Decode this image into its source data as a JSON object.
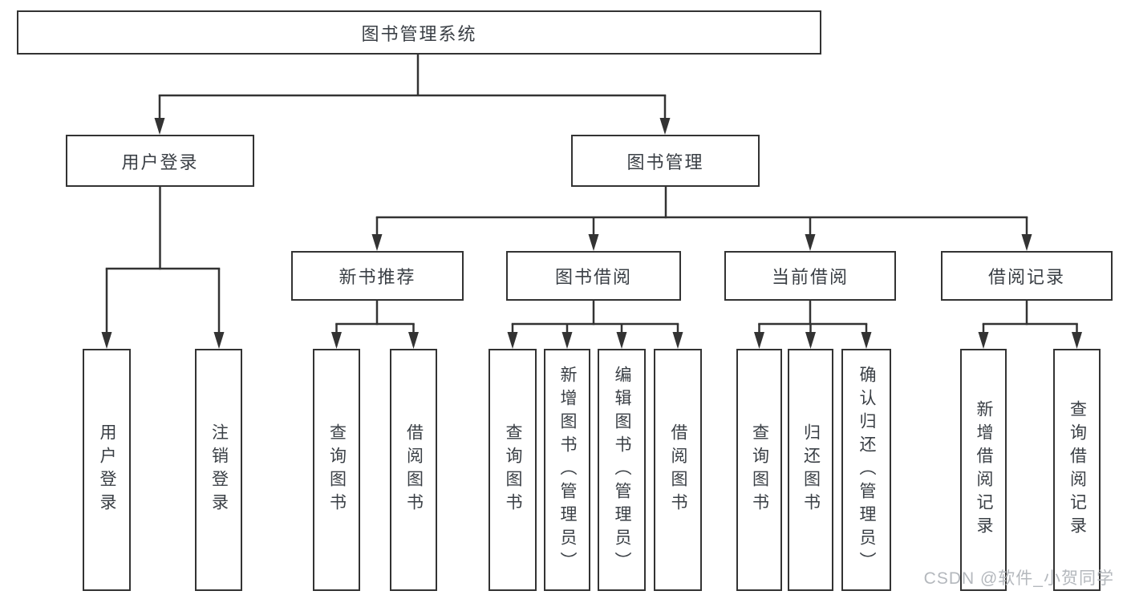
{
  "diagram": {
    "root": {
      "label": "图书管理系统"
    },
    "level2": [
      {
        "label": "用户登录"
      },
      {
        "label": "图书管理"
      }
    ],
    "level3": [
      {
        "label": "新书推荐"
      },
      {
        "label": "图书借阅"
      },
      {
        "label": "当前借阅"
      },
      {
        "label": "借阅记录"
      }
    ],
    "leaves": [
      {
        "label": "用户登录"
      },
      {
        "label": "注销登录"
      },
      {
        "label": "查询图书"
      },
      {
        "label": "借阅图书"
      },
      {
        "label": "查询图书"
      },
      {
        "label": "新增图书（管理员）"
      },
      {
        "label": "编辑图书（管理员）"
      },
      {
        "label": "借阅图书"
      },
      {
        "label": "查询图书"
      },
      {
        "label": "归还图书"
      },
      {
        "label": "确认归还（管理员）"
      },
      {
        "label": "新增借阅记录"
      },
      {
        "label": "查询借阅记录"
      }
    ]
  },
  "watermark": "CSDN @软件_小贺同学",
  "colors": {
    "line": "#333333",
    "text": "#3a3f45",
    "watermark": "#b4b8bd",
    "background": "#ffffff"
  }
}
